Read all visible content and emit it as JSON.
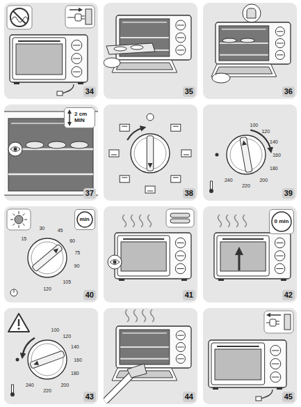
{
  "diagram": {
    "nodes": [
      {
        "text": [
          "34"
        ]
      },
      {
        "text": [
          "35"
        ]
      },
      {
        "text": [
          "36"
        ]
      },
      {
        "text": [
          "37"
        ]
      },
      {
        "text": [
          "2 cm MIN"
        ],
        "in": 3
      },
      {
        "text": [
          "38"
        ]
      },
      {
        "text": [
          "39"
        ]
      },
      {
        "text": [
          "40"
        ]
      },
      {
        "text": [
          "min"
        ],
        "in": 7
      },
      {
        "text": [
          "41"
        ]
      },
      {
        "text": [
          "42"
        ]
      },
      {
        "text": [
          "0 min"
        ],
        "in": 10
      },
      {
        "text": [
          "43"
        ]
      },
      {
        "text": [
          "44"
        ]
      },
      {
        "text": [
          "45"
        ]
      }
    ],
    "labels": [
      "100",
      "120",
      "140",
      "160",
      "180",
      "200",
      "220",
      "240",
      "15",
      "30",
      "45",
      "60",
      "75",
      "90",
      "105",
      "120",
      "100",
      "120",
      "140",
      "160",
      "180",
      "200",
      "220",
      "240"
    ]
  }
}
